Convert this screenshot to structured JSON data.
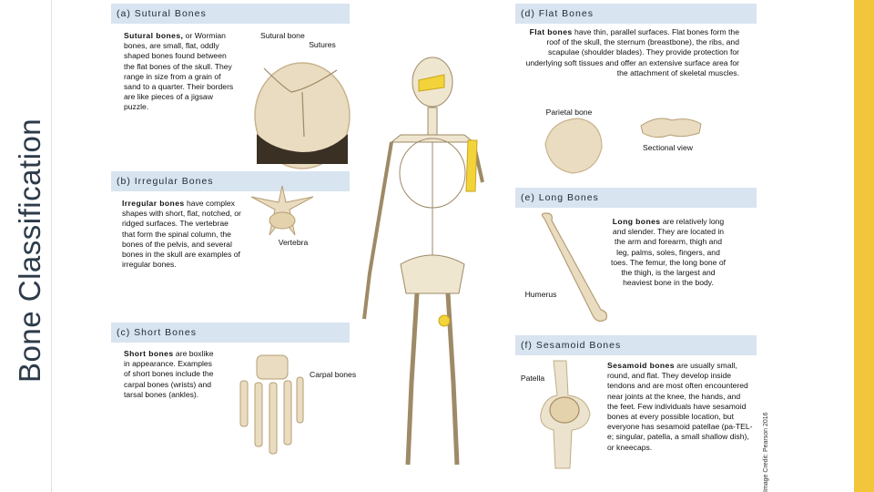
{
  "slide_title": "Bone Classification",
  "credit": "Image Credit: Pearson 2016",
  "sections": {
    "sutural": {
      "heading": "(a) Sutural Bones",
      "term": "Sutural bones,",
      "rest": " or Wormian bones, are small, flat, oddly shaped bones found between the flat bones of the skull. They range in size from a grain of sand to a quarter. Their borders are like pieces of a jigsaw puzzle.",
      "labels": {
        "sutural_bone": "Sutural bone",
        "sutures": "Sutures"
      }
    },
    "irregular": {
      "heading": "(b) Irregular Bones",
      "term": "Irregular bones",
      "rest": " have complex shapes with short, flat, notched, or ridged surfaces. The vertebrae that form the spinal column, the bones of the pelvis, and several bones in the skull are examples of irregular bones.",
      "labels": {
        "vertebra": "Vertebra"
      }
    },
    "short": {
      "heading": "(c) Short Bones",
      "term": "Short bones",
      "rest": " are boxlike in appearance. Examples of short bones include the carpal bones (wrists) and tarsal bones (ankles).",
      "labels": {
        "carpal": "Carpal bones"
      }
    },
    "flat": {
      "heading": "(d) Flat Bones",
      "term": "Flat bones",
      "rest": " have thin, parallel surfaces. Flat bones form the roof of the skull, the sternum (breastbone), the ribs, and scapulae (shoulder blades). They provide protection for underlying soft tissues and offer an extensive surface area for the attachment of skeletal muscles.",
      "labels": {
        "parietal": "Parietal bone",
        "sectional": "Sectional view"
      }
    },
    "long": {
      "heading": "(e) Long Bones",
      "term": "Long bones",
      "rest": " are relatively long and slender. They are located in the arm and forearm, thigh and leg, palms, soles, fingers, and toes. The femur, the long bone of the thigh, is the largest and heaviest bone in the body.",
      "labels": {
        "humerus": "Humerus"
      }
    },
    "sesamoid": {
      "heading": "(f) Sesamoid Bones",
      "term": "Sesamoid bones",
      "rest": " are usually small, round, and flat. They develop inside tendons and are most often encountered near joints at the knee, the hands, and the feet. Few individuals have sesamoid bones at every possible location, but everyone has sesamoid patellae (pa-TEL-e; singular, patella, a small shallow dish), or kneecaps.",
      "labels": {
        "patella": "Patella"
      }
    }
  },
  "colors": {
    "header_bg": "#d8e4f0",
    "accent": "#f2c53a",
    "bone": "#e8dcc0",
    "highlight": "#f3d33a"
  }
}
